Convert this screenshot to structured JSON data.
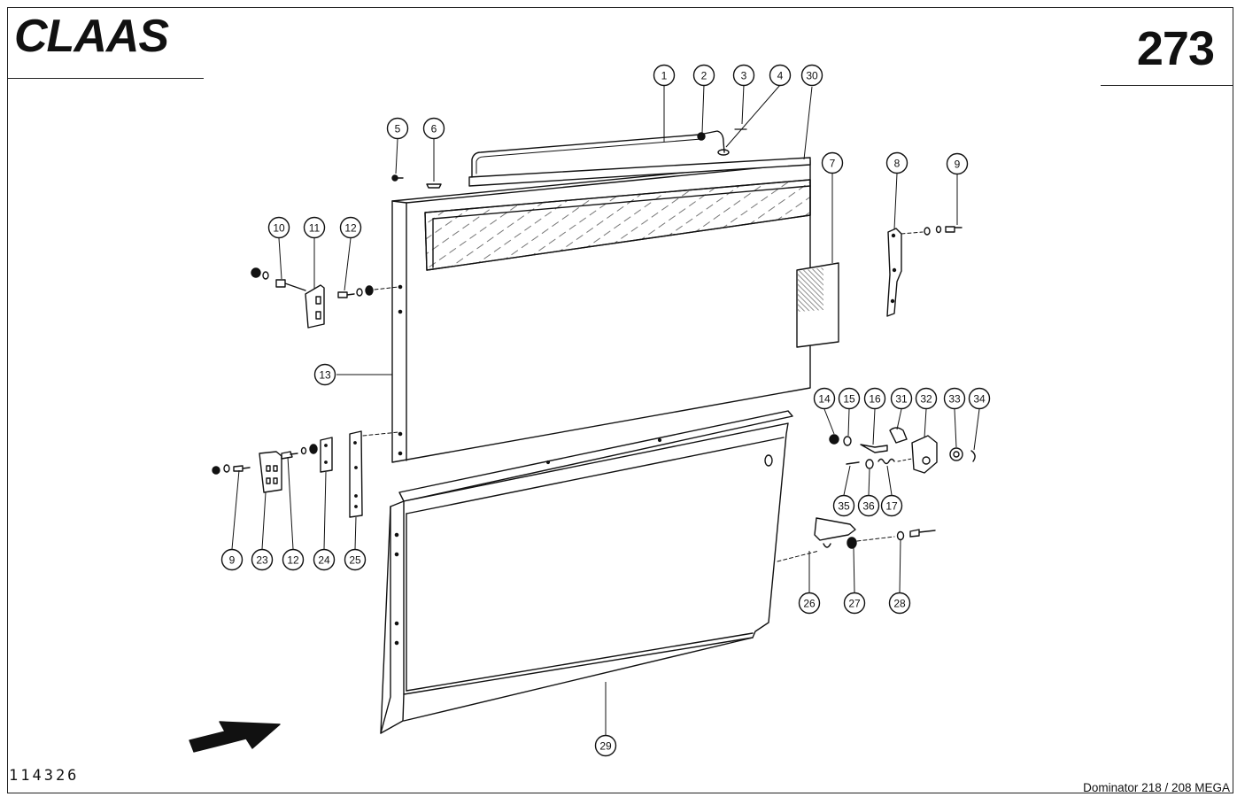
{
  "header": {
    "brand": "CLAAS",
    "page_number": "273"
  },
  "footer": {
    "drawing_id": "114326",
    "model": "Dominator 218 / 208 MEGA"
  },
  "callouts": [
    {
      "label": "1"
    },
    {
      "label": "2"
    },
    {
      "label": "3"
    },
    {
      "label": "4"
    },
    {
      "label": "30"
    },
    {
      "label": "5"
    },
    {
      "label": "6"
    },
    {
      "label": "7"
    },
    {
      "label": "8"
    },
    {
      "label": "9"
    },
    {
      "label": "10"
    },
    {
      "label": "11"
    },
    {
      "label": "12"
    },
    {
      "label": "13"
    },
    {
      "label": "14"
    },
    {
      "label": "15"
    },
    {
      "label": "16"
    },
    {
      "label": "31"
    },
    {
      "label": "32"
    },
    {
      "label": "33"
    },
    {
      "label": "34"
    },
    {
      "label": "35"
    },
    {
      "label": "36"
    },
    {
      "label": "17"
    },
    {
      "label": "9"
    },
    {
      "label": "23"
    },
    {
      "label": "12"
    },
    {
      "label": "24"
    },
    {
      "label": "25"
    },
    {
      "label": "26"
    },
    {
      "label": "27"
    },
    {
      "label": "28"
    },
    {
      "label": "29"
    }
  ]
}
